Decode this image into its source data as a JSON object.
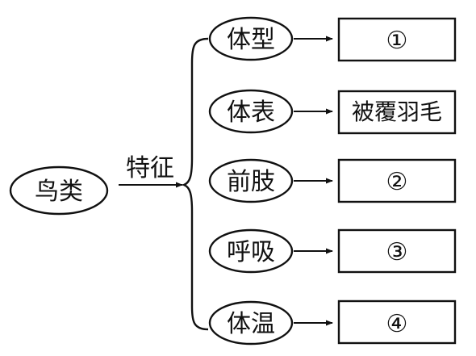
{
  "root": {
    "label": "鸟类"
  },
  "connector": {
    "label": "特征"
  },
  "features": [
    {
      "label": "体型",
      "value": "①"
    },
    {
      "label": "体表",
      "value": "被覆羽毛"
    },
    {
      "label": "前肢",
      "value": "②"
    },
    {
      "label": "呼吸",
      "value": "③"
    },
    {
      "label": "体温",
      "value": "④"
    }
  ]
}
